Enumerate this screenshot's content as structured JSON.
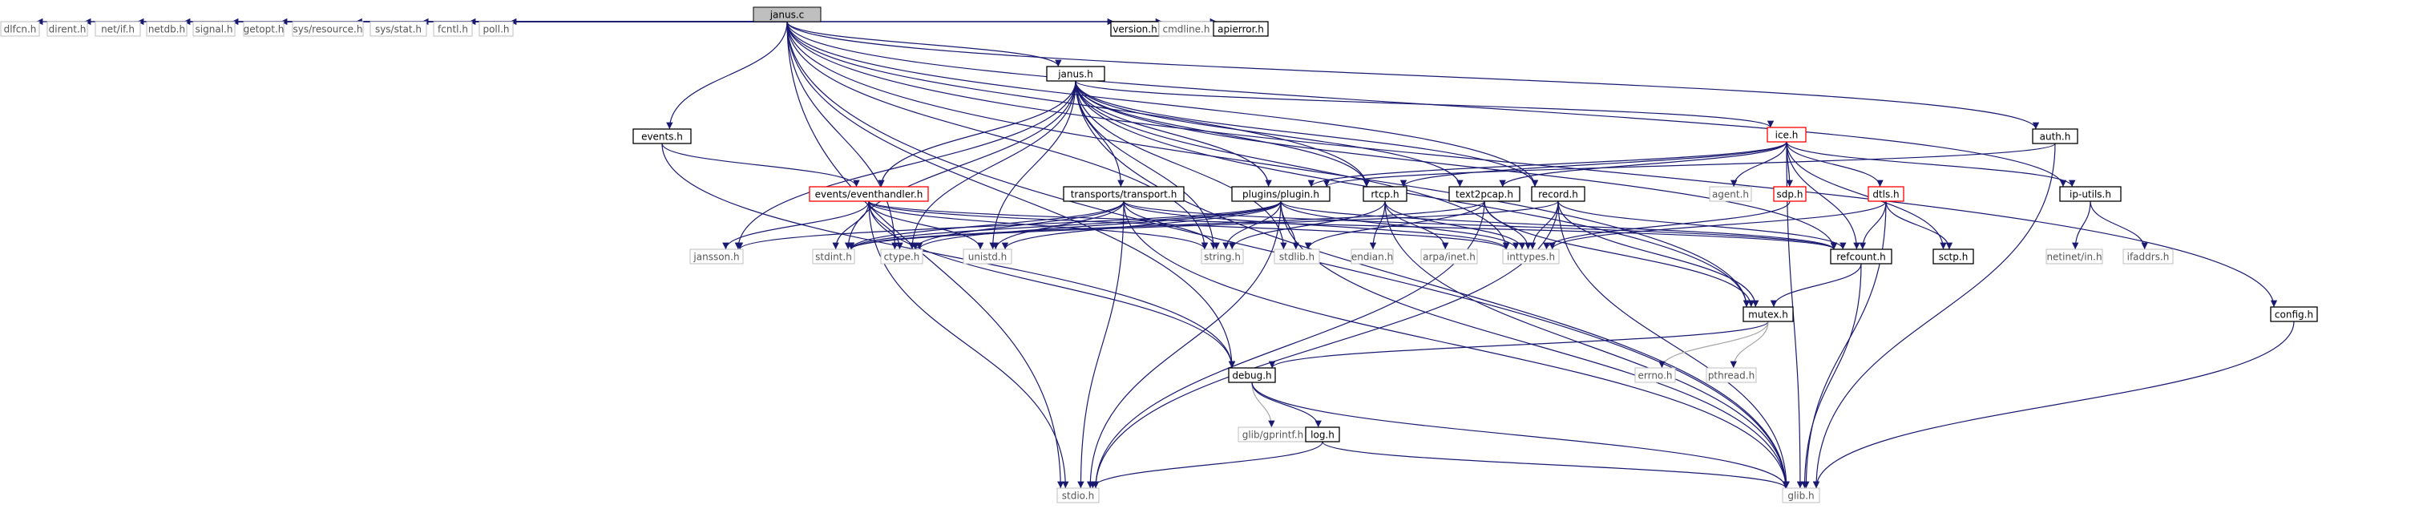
{
  "graph": {
    "colors": {
      "edge": "#191970",
      "edge_light": "#a6a6a6",
      "root_fill": "#bfbfbf",
      "documented_border": "#000000",
      "undocumented_border": "#bfbfbf",
      "incomplete_border": "#ff0000"
    },
    "nodes": [
      {
        "id": "janus_c",
        "label": "janus.c",
        "style": "root"
      },
      {
        "id": "dlfcn",
        "label": "dlfcn.h",
        "style": "sys"
      },
      {
        "id": "dirent",
        "label": "dirent.h",
        "style": "sys"
      },
      {
        "id": "netif",
        "label": "net/if.h",
        "style": "sys"
      },
      {
        "id": "netdb",
        "label": "netdb.h",
        "style": "sys"
      },
      {
        "id": "signal",
        "label": "signal.h",
        "style": "sys"
      },
      {
        "id": "getopt",
        "label": "getopt.h",
        "style": "sys"
      },
      {
        "id": "sysresource",
        "label": "sys/resource.h",
        "style": "sys"
      },
      {
        "id": "sysstat",
        "label": "sys/stat.h",
        "style": "sys"
      },
      {
        "id": "fcntl",
        "label": "fcntl.h",
        "style": "sys"
      },
      {
        "id": "poll",
        "label": "poll.h",
        "style": "sys"
      },
      {
        "id": "janus_h",
        "label": "janus.h",
        "style": "doc"
      },
      {
        "id": "version",
        "label": "version.h",
        "style": "doc"
      },
      {
        "id": "cmdline",
        "label": "cmdline.h",
        "style": "sys"
      },
      {
        "id": "apierror",
        "label": "apierror.h",
        "style": "doc"
      },
      {
        "id": "events",
        "label": "events.h",
        "style": "doc"
      },
      {
        "id": "auth",
        "label": "auth.h",
        "style": "doc"
      },
      {
        "id": "ice",
        "label": "ice.h",
        "style": "red"
      },
      {
        "id": "agent",
        "label": "agent.h",
        "style": "sys"
      },
      {
        "id": "sdp",
        "label": "sdp.h",
        "style": "red"
      },
      {
        "id": "dtls",
        "label": "dtls.h",
        "style": "red"
      },
      {
        "id": "iputils",
        "label": "ip-utils.h",
        "style": "doc"
      },
      {
        "id": "netinet",
        "label": "netinet/in.h",
        "style": "sys"
      },
      {
        "id": "ifaddrs",
        "label": "ifaddrs.h",
        "style": "sys"
      },
      {
        "id": "eventhandler",
        "label": "events/eventhandler.h",
        "style": "red"
      },
      {
        "id": "transport",
        "label": "transports/transport.h",
        "style": "doc"
      },
      {
        "id": "plugin",
        "label": "plugins/plugin.h",
        "style": "doc"
      },
      {
        "id": "rtcp",
        "label": "rtcp.h",
        "style": "doc"
      },
      {
        "id": "text2pcap",
        "label": "text2pcap.h",
        "style": "doc"
      },
      {
        "id": "record",
        "label": "record.h",
        "style": "doc"
      },
      {
        "id": "sctp",
        "label": "sctp.h",
        "style": "doc"
      },
      {
        "id": "jansson",
        "label": "jansson.h",
        "style": "sys"
      },
      {
        "id": "stdint",
        "label": "stdint.h",
        "style": "sys"
      },
      {
        "id": "ctype",
        "label": "ctype.h",
        "style": "sys"
      },
      {
        "id": "unistd",
        "label": "unistd.h",
        "style": "sys"
      },
      {
        "id": "string",
        "label": "string.h",
        "style": "sys"
      },
      {
        "id": "stdlib",
        "label": "stdlib.h",
        "style": "sys"
      },
      {
        "id": "endian",
        "label": "endian.h",
        "style": "sys"
      },
      {
        "id": "arpainet",
        "label": "arpa/inet.h",
        "style": "sys"
      },
      {
        "id": "inttypes",
        "label": "inttypes.h",
        "style": "sys"
      },
      {
        "id": "refcount",
        "label": "refcount.h",
        "style": "doc"
      },
      {
        "id": "mutex",
        "label": "mutex.h",
        "style": "doc"
      },
      {
        "id": "errno",
        "label": "errno.h",
        "style": "sys"
      },
      {
        "id": "pthread",
        "label": "pthread.h",
        "style": "sys"
      },
      {
        "id": "config",
        "label": "config.h",
        "style": "doc"
      },
      {
        "id": "debug",
        "label": "debug.h",
        "style": "doc"
      },
      {
        "id": "gprintf",
        "label": "glib/gprintf.h",
        "style": "sys"
      },
      {
        "id": "log",
        "label": "log.h",
        "style": "doc"
      },
      {
        "id": "stdio",
        "label": "stdio.h",
        "style": "sys"
      },
      {
        "id": "glib",
        "label": "glib.h",
        "style": "sys"
      }
    ],
    "edges": [
      [
        "janus_c",
        "dlfcn"
      ],
      [
        "janus_c",
        "dirent"
      ],
      [
        "janus_c",
        "netif"
      ],
      [
        "janus_c",
        "netdb"
      ],
      [
        "janus_c",
        "signal"
      ],
      [
        "janus_c",
        "getopt"
      ],
      [
        "janus_c",
        "sysresource"
      ],
      [
        "janus_c",
        "sysstat"
      ],
      [
        "janus_c",
        "fcntl"
      ],
      [
        "janus_c",
        "poll"
      ],
      [
        "janus_c",
        "janus_h"
      ],
      [
        "janus_c",
        "version"
      ],
      [
        "janus_c",
        "cmdline"
      ],
      [
        "janus_c",
        "apierror"
      ],
      [
        "janus_c",
        "events"
      ],
      [
        "janus_c",
        "auth"
      ],
      [
        "janus_c",
        "config"
      ],
      [
        "janus_c",
        "iputils"
      ],
      [
        "janus_c",
        "debug"
      ],
      [
        "janus_c",
        "stdio"
      ],
      [
        "janus_c",
        "string"
      ],
      [
        "janus_c",
        "ctype"
      ],
      [
        "janus_c",
        "rtcp"
      ],
      [
        "janus_c",
        "record"
      ],
      [
        "janus_c",
        "mutex"
      ],
      [
        "janus_c",
        "glib"
      ],
      [
        "janus_h",
        "ice"
      ],
      [
        "janus_h",
        "eventhandler"
      ],
      [
        "janus_h",
        "transport"
      ],
      [
        "janus_h",
        "plugin"
      ],
      [
        "janus_h",
        "rtcp"
      ],
      [
        "janus_h",
        "text2pcap"
      ],
      [
        "janus_h",
        "record"
      ],
      [
        "janus_h",
        "refcount"
      ],
      [
        "janus_h",
        "mutex"
      ],
      [
        "janus_h",
        "jansson"
      ],
      [
        "janus_h",
        "stdint"
      ],
      [
        "janus_h",
        "ctype"
      ],
      [
        "janus_h",
        "unistd"
      ],
      [
        "janus_h",
        "string"
      ],
      [
        "janus_h",
        "stdlib"
      ],
      [
        "janus_h",
        "inttypes"
      ],
      [
        "janus_h",
        "glib"
      ],
      [
        "events",
        "eventhandler"
      ],
      [
        "events",
        "debug"
      ],
      [
        "auth",
        "plugin"
      ],
      [
        "auth",
        "glib"
      ],
      [
        "eventhandler",
        "jansson"
      ],
      [
        "eventhandler",
        "stdint"
      ],
      [
        "eventhandler",
        "ctype"
      ],
      [
        "eventhandler",
        "unistd"
      ],
      [
        "eventhandler",
        "string"
      ],
      [
        "eventhandler",
        "inttypes"
      ],
      [
        "eventhandler",
        "refcount"
      ],
      [
        "eventhandler",
        "stdio"
      ],
      [
        "eventhandler",
        "debug"
      ],
      [
        "transport",
        "stdint"
      ],
      [
        "transport",
        "ctype"
      ],
      [
        "transport",
        "unistd"
      ],
      [
        "transport",
        "string"
      ],
      [
        "transport",
        "inttypes"
      ],
      [
        "transport",
        "stdio"
      ],
      [
        "transport",
        "glib"
      ],
      [
        "transport",
        "refcount"
      ],
      [
        "plugin",
        "jansson"
      ],
      [
        "plugin",
        "stdint"
      ],
      [
        "plugin",
        "ctype"
      ],
      [
        "plugin",
        "unistd"
      ],
      [
        "plugin",
        "string"
      ],
      [
        "plugin",
        "stdlib"
      ],
      [
        "plugin",
        "inttypes"
      ],
      [
        "plugin",
        "refcount"
      ],
      [
        "plugin",
        "stdio"
      ],
      [
        "plugin",
        "glib"
      ],
      [
        "ice",
        "agent"
      ],
      [
        "ice",
        "sdp"
      ],
      [
        "ice",
        "dtls"
      ],
      [
        "ice",
        "iputils"
      ],
      [
        "ice",
        "sctp"
      ],
      [
        "ice",
        "text2pcap"
      ],
      [
        "ice",
        "rtcp"
      ],
      [
        "ice",
        "plugin"
      ],
      [
        "ice",
        "refcount"
      ],
      [
        "ice",
        "glib"
      ],
      [
        "sdp",
        "inttypes"
      ],
      [
        "dtls",
        "sctp"
      ],
      [
        "dtls",
        "refcount"
      ],
      [
        "dtls",
        "inttypes"
      ],
      [
        "dtls",
        "glib"
      ],
      [
        "iputils",
        "netinet"
      ],
      [
        "iputils",
        "ifaddrs"
      ],
      [
        "rtcp",
        "arpainet"
      ],
      [
        "rtcp",
        "endian"
      ],
      [
        "rtcp",
        "inttypes"
      ],
      [
        "rtcp",
        "glib"
      ],
      [
        "rtcp",
        "string"
      ],
      [
        "text2pcap",
        "stdint"
      ],
      [
        "text2pcap",
        "inttypes"
      ],
      [
        "text2pcap",
        "mutex"
      ],
      [
        "text2pcap",
        "stdio"
      ],
      [
        "text2pcap",
        "stdlib"
      ],
      [
        "record",
        "stdint"
      ],
      [
        "record",
        "inttypes"
      ],
      [
        "record",
        "refcount"
      ],
      [
        "record",
        "mutex"
      ],
      [
        "record",
        "glib"
      ],
      [
        "record",
        "stdio"
      ],
      [
        "refcount",
        "mutex"
      ],
      [
        "refcount",
        "glib"
      ],
      [
        "mutex",
        "debug"
      ],
      [
        "mutex",
        "errno"
      ],
      [
        "mutex",
        "pthread"
      ],
      [
        "debug",
        "gprintf"
      ],
      [
        "debug",
        "log"
      ],
      [
        "debug",
        "glib"
      ],
      [
        "log",
        "stdio"
      ],
      [
        "log",
        "glib"
      ],
      [
        "config",
        "glib"
      ]
    ]
  }
}
